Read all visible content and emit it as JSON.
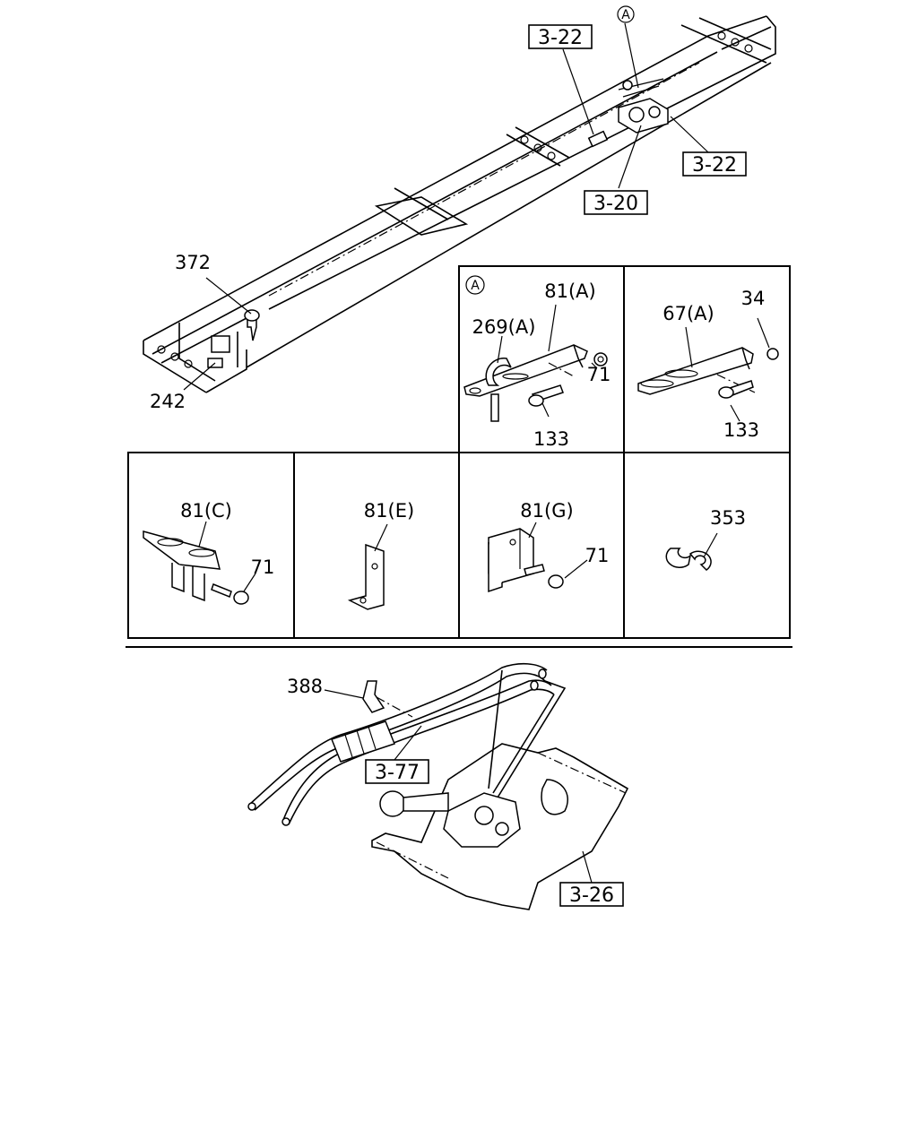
{
  "refs": {
    "r322a": "3-22",
    "r322b": "3-22",
    "r320": "3-20",
    "r377": "3-77",
    "r326": "3-26"
  },
  "markers": {
    "top": "A",
    "detail": "A"
  },
  "labels": {
    "p372": "372",
    "p242": "242",
    "p81a": "81(A)",
    "p269a": "269(A)",
    "p71a": "71",
    "p133a": "133",
    "p34": "34",
    "p67a": "67(A)",
    "p133b": "133",
    "p81c": "81(C)",
    "p71b": "71",
    "p81e": "81(E)",
    "p81g": "81(G)",
    "p71c": "71",
    "p353": "353",
    "p388": "388"
  }
}
